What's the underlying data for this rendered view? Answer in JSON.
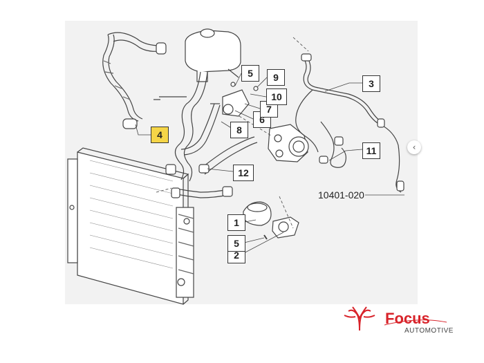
{
  "diagram": {
    "callouts": [
      "1",
      "2",
      "3",
      "4",
      "5",
      "5",
      "6",
      "7",
      "8",
      "9",
      "10",
      "11",
      "12"
    ],
    "highlighted": "4",
    "reference": "10401-020"
  },
  "nav": {
    "next_icon": "chevron-right-icon",
    "next_glyph": "‹"
  },
  "logo": {
    "name": "Focus",
    "sub": "AUTOMOTIVE",
    "color": "#d8232a"
  }
}
